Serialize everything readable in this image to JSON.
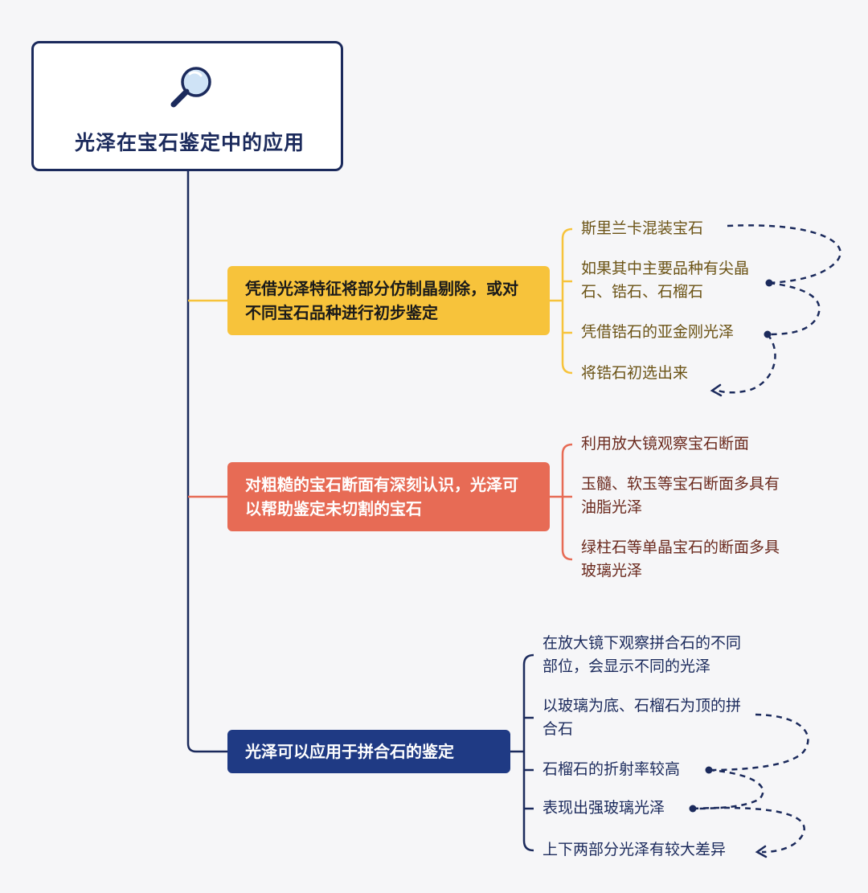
{
  "root": {
    "title": "光泽在宝石鉴定中的应用",
    "icon": "magnifier-icon"
  },
  "branches": [
    {
      "label": "凭借光泽特征将部分仿制晶剔除，或对不同宝石品种进行初步鉴定",
      "color": "#f7c33b",
      "items": [
        "斯里兰卡混装宝石",
        "如果其中主要品种有尖晶石、锆石、石榴石",
        "凭借锆石的亚金刚光泽",
        "将锆石初选出来"
      ]
    },
    {
      "label": "对粗糙的宝石断面有深刻认识，光泽可以帮助鉴定未切割的宝石",
      "color": "#e76b55",
      "items": [
        "利用放大镜观察宝石断面",
        "玉髓、软玉等宝石断面多具有油脂光泽",
        "绿柱石等单晶宝石的断面多具玻璃光泽"
      ]
    },
    {
      "label": "光泽可以应用于拼合石的鉴定",
      "color": "#1f3a84",
      "items": [
        "在放大镜下观察拼合石的不同部位，会显示不同的光泽",
        "以玻璃为底、石榴石为顶的拼合石",
        "石榴石的折射率较高",
        "表现出强玻璃光泽",
        "上下两部分光泽有较大差异"
      ]
    }
  ],
  "colors": {
    "trunk": "#1b2a5c",
    "arrow": "#1b2a5c"
  }
}
